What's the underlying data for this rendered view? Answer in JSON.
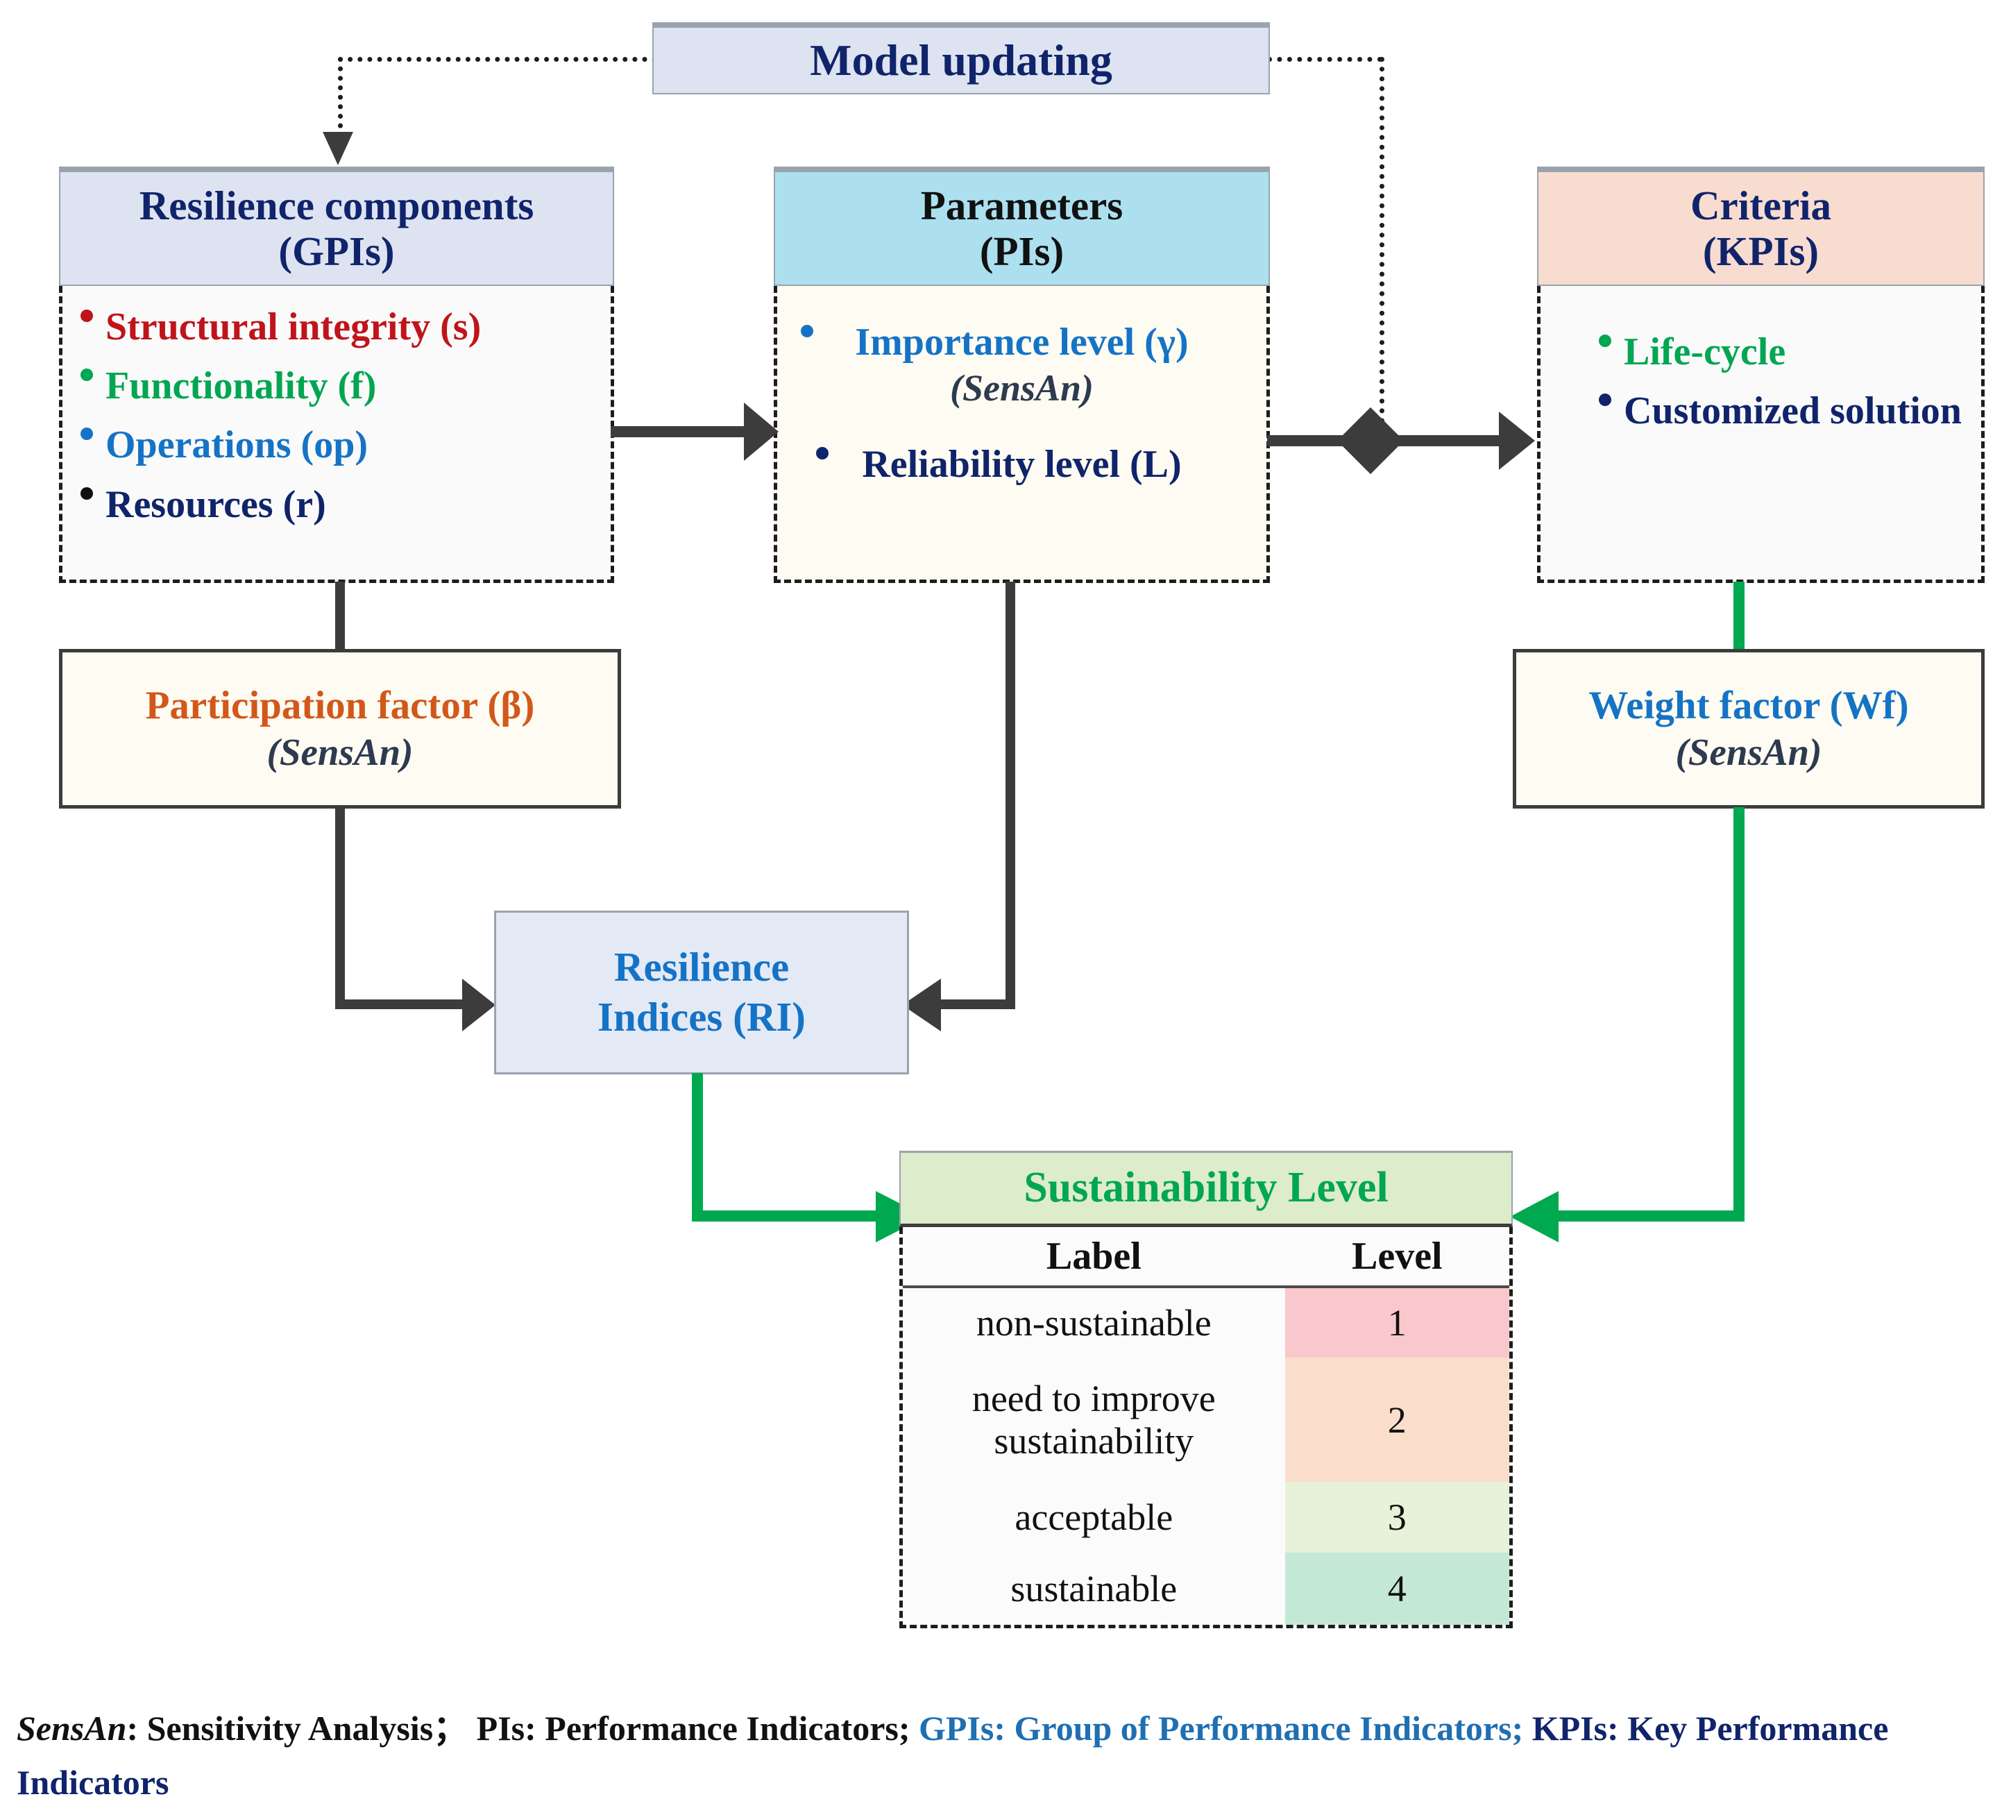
{
  "colors": {
    "navy": "#10246b",
    "red": "#c0141b",
    "green": "#00a651",
    "blue": "#1573c6",
    "orange": "#d2581a",
    "arrow_gray": "#3c3c3c",
    "arrow_green": "#00a84f",
    "gpi_header_bg": "#dde3f0",
    "pi_header_bg": "#ade0ef",
    "kpi_header_bg": "#f8dcd0",
    "sustain_header_bg": "#ddeccb",
    "ri_bg": "#e3e9f5",
    "factor_bg": "#fdfbf2"
  },
  "model_updating": {
    "label": "Model updating"
  },
  "gpi": {
    "title_line1": "Resilience  components",
    "title_line2": "(GPIs)",
    "items": [
      {
        "label": "Structural integrity (s)",
        "color_class": "red",
        "bullet": "#c0141b"
      },
      {
        "label": "Functionality (f)",
        "color_class": "green",
        "bullet": "#00a651"
      },
      {
        "label": "Operations (op)",
        "color_class": "blue",
        "bullet": "#1573c6"
      },
      {
        "label": "Resources (r)",
        "color_class": "navy",
        "bullet": "#111111"
      }
    ]
  },
  "pi": {
    "title_line1": "Parameters",
    "title_line2": "(PIs)",
    "items": [
      {
        "label": "Importance level (γ)",
        "sub": "(SensAn)",
        "color_class": "blue",
        "bullet": "#1573c6"
      },
      {
        "label": "Reliability level (L)",
        "sub": "",
        "color_class": "navy",
        "bullet": "#10246b"
      }
    ]
  },
  "kpi": {
    "title_line1": "Criteria",
    "title_line2": "(KPIs)",
    "items": [
      {
        "label": "Life-cycle",
        "color_class": "green",
        "bullet": "#00a651"
      },
      {
        "label": "Customized solution",
        "color_class": "navy",
        "bullet": "#10246b"
      }
    ]
  },
  "participation_factor": {
    "line1": "Participation factor (β)",
    "line2": "(SensAn)"
  },
  "weight_factor": {
    "line1": "Weight factor (Wf)",
    "line2": "(SensAn)"
  },
  "resilience_indices": {
    "line1": "Resilience",
    "line2": "Indices (RI)"
  },
  "sustainability": {
    "title": "Sustainability Level",
    "columns": [
      "Label",
      "Level"
    ],
    "rows": [
      {
        "label": "non-sustainable",
        "level": "1",
        "color": "#f8c8cd"
      },
      {
        "label": "need to improve sustainability",
        "level": "2",
        "color": "#fadecb"
      },
      {
        "label": "acceptable",
        "level": "3",
        "color": "#e7f2d8"
      },
      {
        "label": "sustainable",
        "level": "4",
        "color": "#c4e8d6"
      }
    ]
  },
  "footnote": {
    "part1": "SensAn",
    "part2": ": Sensitivity Analysis； PIs: Performance Indicators; ",
    "part3": "GPIs: Group of Performance Indicators; ",
    "part4": "KPIs: Key Performance Indicators"
  }
}
